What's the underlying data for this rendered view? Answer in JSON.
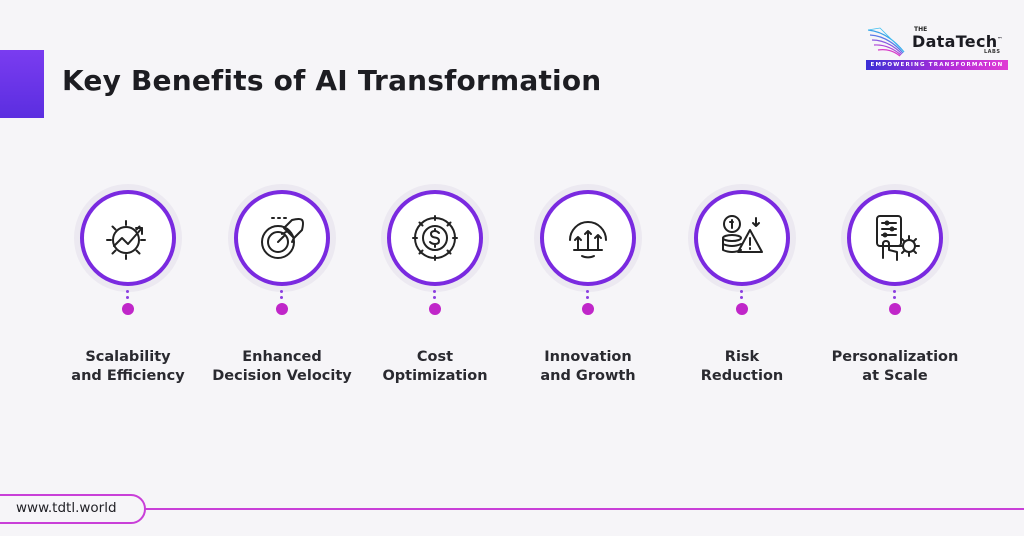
{
  "page": {
    "title": "Key Benefits of AI Transformation"
  },
  "logo": {
    "the": "THE",
    "name": "DataTech",
    "trademark": "™",
    "labs": "LABS",
    "tagline": "EMPOWERING TRANSFORMATION"
  },
  "benefits": [
    {
      "line1": "Scalability",
      "line2": "and Efficiency",
      "icon": "gear-growth-icon"
    },
    {
      "line1": "Enhanced",
      "line2": "Decision Velocity",
      "icon": "rocket-speedometer-icon"
    },
    {
      "line1": "Cost",
      "line2": "Optimization",
      "icon": "dollar-gear-icon"
    },
    {
      "line1": "Innovation",
      "line2": "and Growth",
      "icon": "growth-arrows-icon"
    },
    {
      "line1": "Risk",
      "line2": "Reduction",
      "icon": "coins-warning-icon"
    },
    {
      "line1": "Personalization",
      "line2": "at Scale",
      "icon": "settings-hand-icon"
    }
  ],
  "footer": {
    "url": "www.tdtl.world"
  },
  "colors": {
    "accent_purple": "#7a2ae0",
    "accent_magenta": "#c026c9",
    "background": "#f6f5f8"
  }
}
